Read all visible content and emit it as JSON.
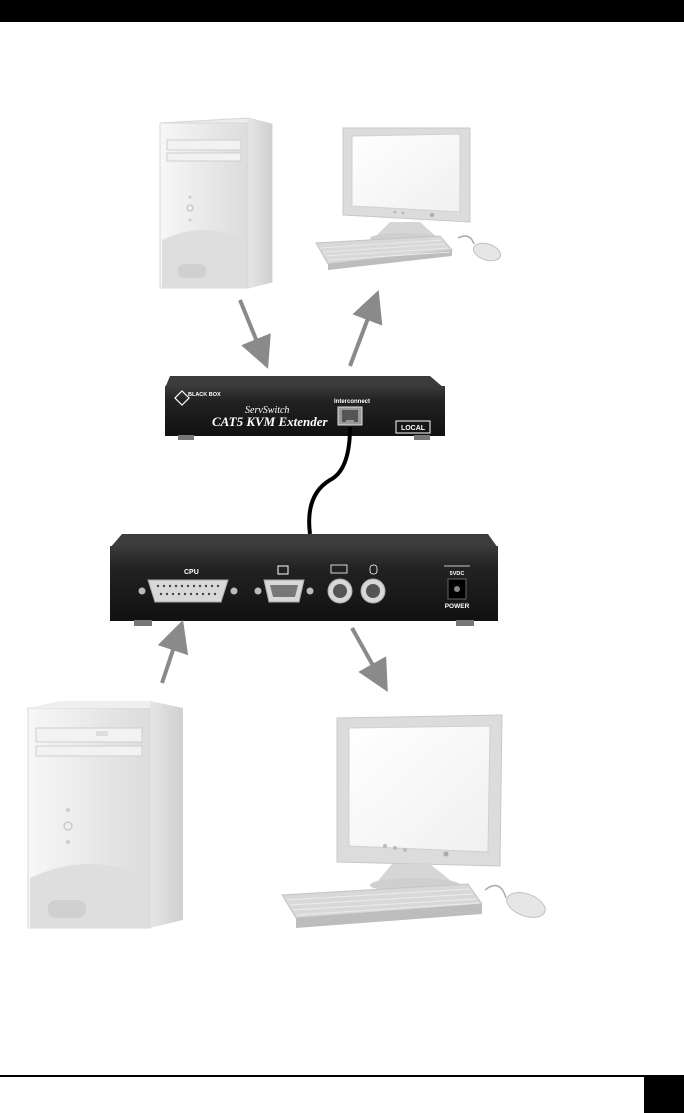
{
  "local_unit": {
    "brand": "BLACK BOX",
    "model_line": "ServSwitch",
    "product_name": "CAT5 KVM Extender",
    "port_label": "Interconnect",
    "unit_tag": "LOCAL"
  },
  "remote_unit": {
    "port_cpu": "CPU",
    "power_rating": "5VDC",
    "power_label": "POWER"
  },
  "icons": [
    "tower-pc-icon",
    "lcd-monitor-icon",
    "keyboard-icon",
    "mouse-icon",
    "arrow-icon",
    "vga-port-icon",
    "ps2-port-icon",
    "rj45-port-icon"
  ],
  "colors": {
    "bar": "#000000",
    "arrow": "#8a8a8a",
    "device_body": "#1e1e1e",
    "equipment_light": "#eeeeee"
  }
}
